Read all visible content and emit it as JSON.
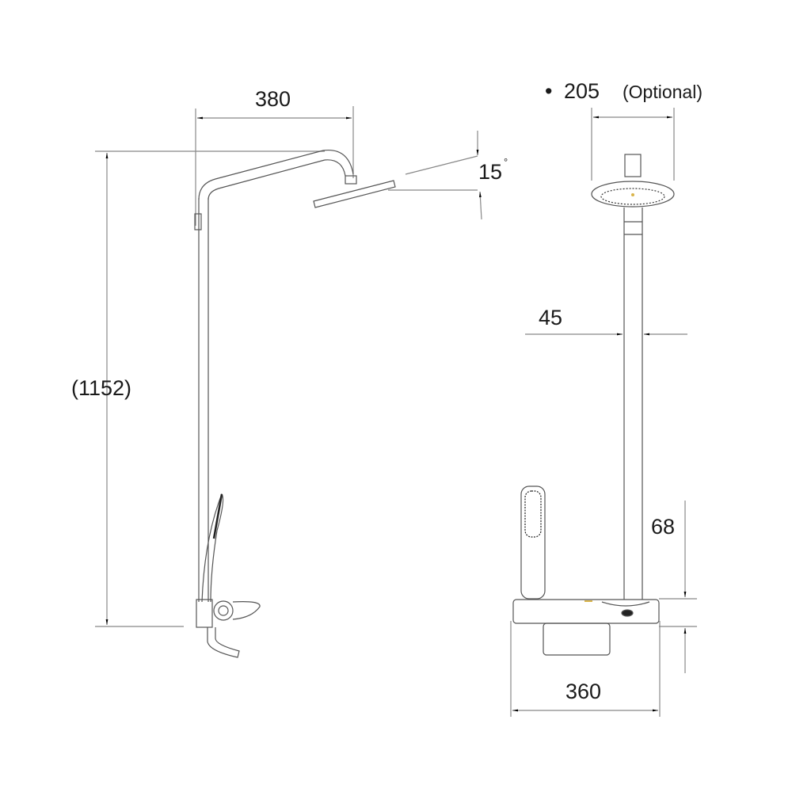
{
  "diagram": {
    "type": "technical-drawing",
    "subject": "Shower system dimension drawing",
    "side_view": {
      "dimensions": {
        "arm_reach": "380",
        "overall_height": "(1152)",
        "head_tilt_angle": "15",
        "degree_symbol": "°"
      }
    },
    "front_view": {
      "dimensions": {
        "head_diameter_bullet": "•",
        "head_diameter": "205",
        "head_diameter_note": "(Optional)",
        "pipe_diameter": "45",
        "mixer_height": "68",
        "mixer_width": "360"
      }
    },
    "colors": {
      "line": "#555555",
      "dimension_line": "#888888",
      "text": "#1a1a1a",
      "arrow": "#000000",
      "accent": "#d9b44a"
    }
  }
}
